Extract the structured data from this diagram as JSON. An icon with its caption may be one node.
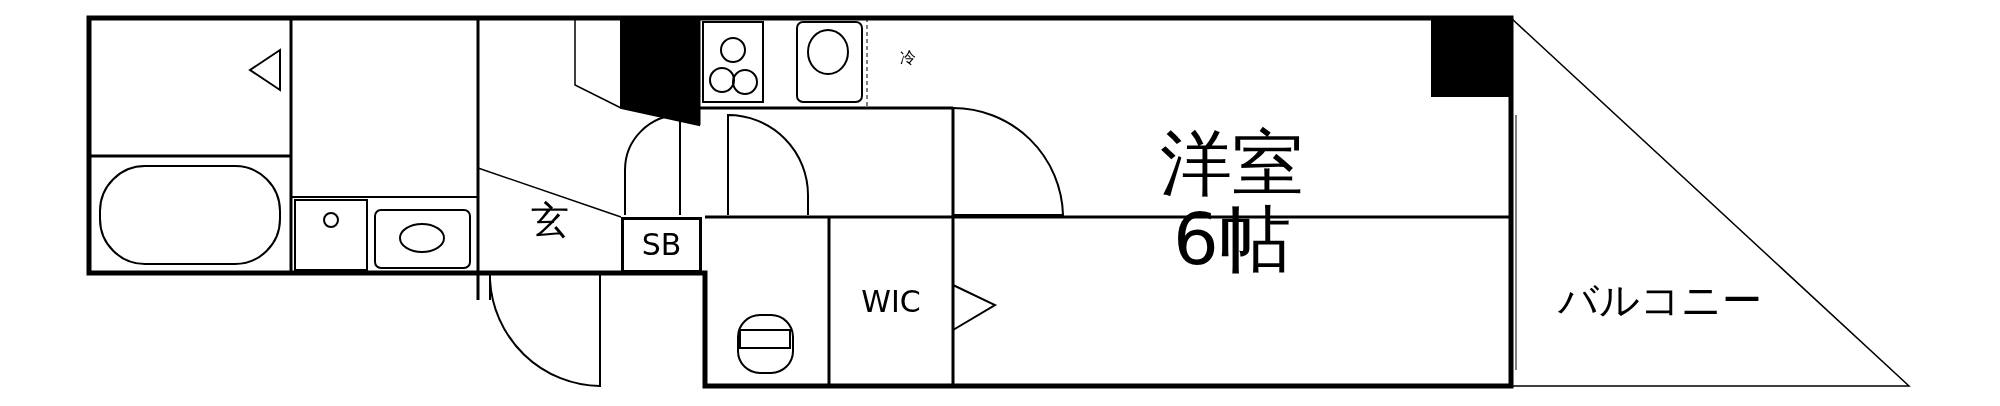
{
  "diagram": {
    "nodes": [
      {
        "text": [
          "玄"
        ]
      },
      {
        "text": [
          "SB"
        ]
      },
      {
        "text": [
          "WIC"
        ]
      },
      {
        "text": [
          "洋室",
          "6帖"
        ]
      },
      {
        "text": [
          "バルコニー"
        ]
      }
    ],
    "labels": [
      "冷"
    ]
  }
}
